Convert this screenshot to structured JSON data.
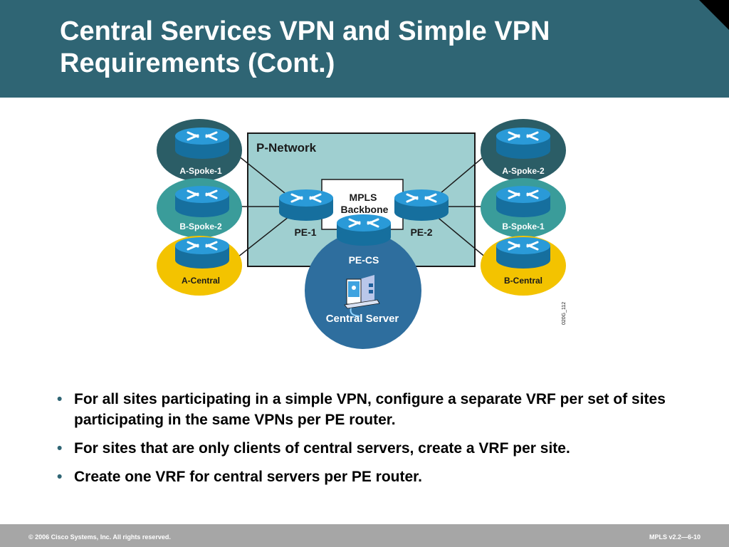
{
  "slide": {
    "title_line1": "Central Services VPN and Simple VPN",
    "title_line2": "Requirements (Cont.)"
  },
  "diagram": {
    "network_label": "P-Network",
    "backbone_line1": "MPLS",
    "backbone_line2": "Backbone",
    "pe1_label": "PE-1",
    "pe2_label": "PE-2",
    "pecs_label": "PE-CS",
    "central_server_label": "Central Server",
    "sites": {
      "a_spoke_1": "A-Spoke-1",
      "b_spoke_2": "B-Spoke-2",
      "a_central": "A-Central",
      "a_spoke_2": "A-Spoke-2",
      "b_spoke_1": "B-Spoke-1",
      "b_central": "B-Central"
    },
    "figure_id": "020G_112",
    "colors": {
      "vpn_a_spoke": "#2b5d66",
      "vpn_b_spoke": "#3a9c9a",
      "central": "#f3c300",
      "p_network": "#9fcfd0",
      "server_site": "#2e6e9e",
      "router": "#1f8cc6"
    }
  },
  "bullets": [
    "For all sites participating in a simple VPN, configure a separate VRF per set of sites participating in the same VPNs per PE router.",
    "For sites that are only clients of central servers, create a VRF per site.",
    "Create one VRF for central servers per PE router."
  ],
  "footer": {
    "copyright": "© 2006 Cisco Systems, Inc. All rights reserved.",
    "course_code": "MPLS v2.2—6-10"
  }
}
